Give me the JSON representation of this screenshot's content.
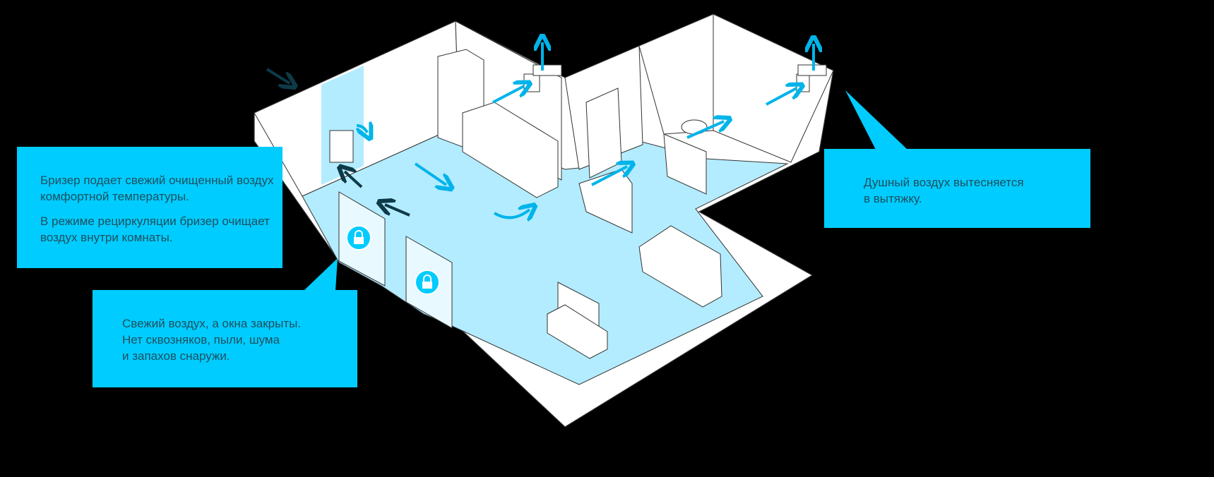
{
  "callouts": {
    "breezer": {
      "line1": "Бризер подает свежий очищенный воздух комфортной температуры.",
      "line2": "В режиме рециркуляции бризер очищает воздух внутри комнаты."
    },
    "windows": {
      "line1": "Свежий воздух, а окна закрыты.",
      "line2": "Нет сквозняков, пыли, шума",
      "line3": "и запахов снаружи."
    },
    "exhaust": {
      "line1": "Душный воздух вытесняется",
      "line2": "в вытяжку."
    }
  },
  "colors": {
    "accent": "#00ccff",
    "floor": "#b3ecff",
    "background": "#000000",
    "dark_arrow": "#0e3a48",
    "text": "#1e4f5e"
  },
  "icons": [
    "lock-icon",
    "lock-icon",
    "airflow-arrow",
    "exhaust-arrow"
  ]
}
